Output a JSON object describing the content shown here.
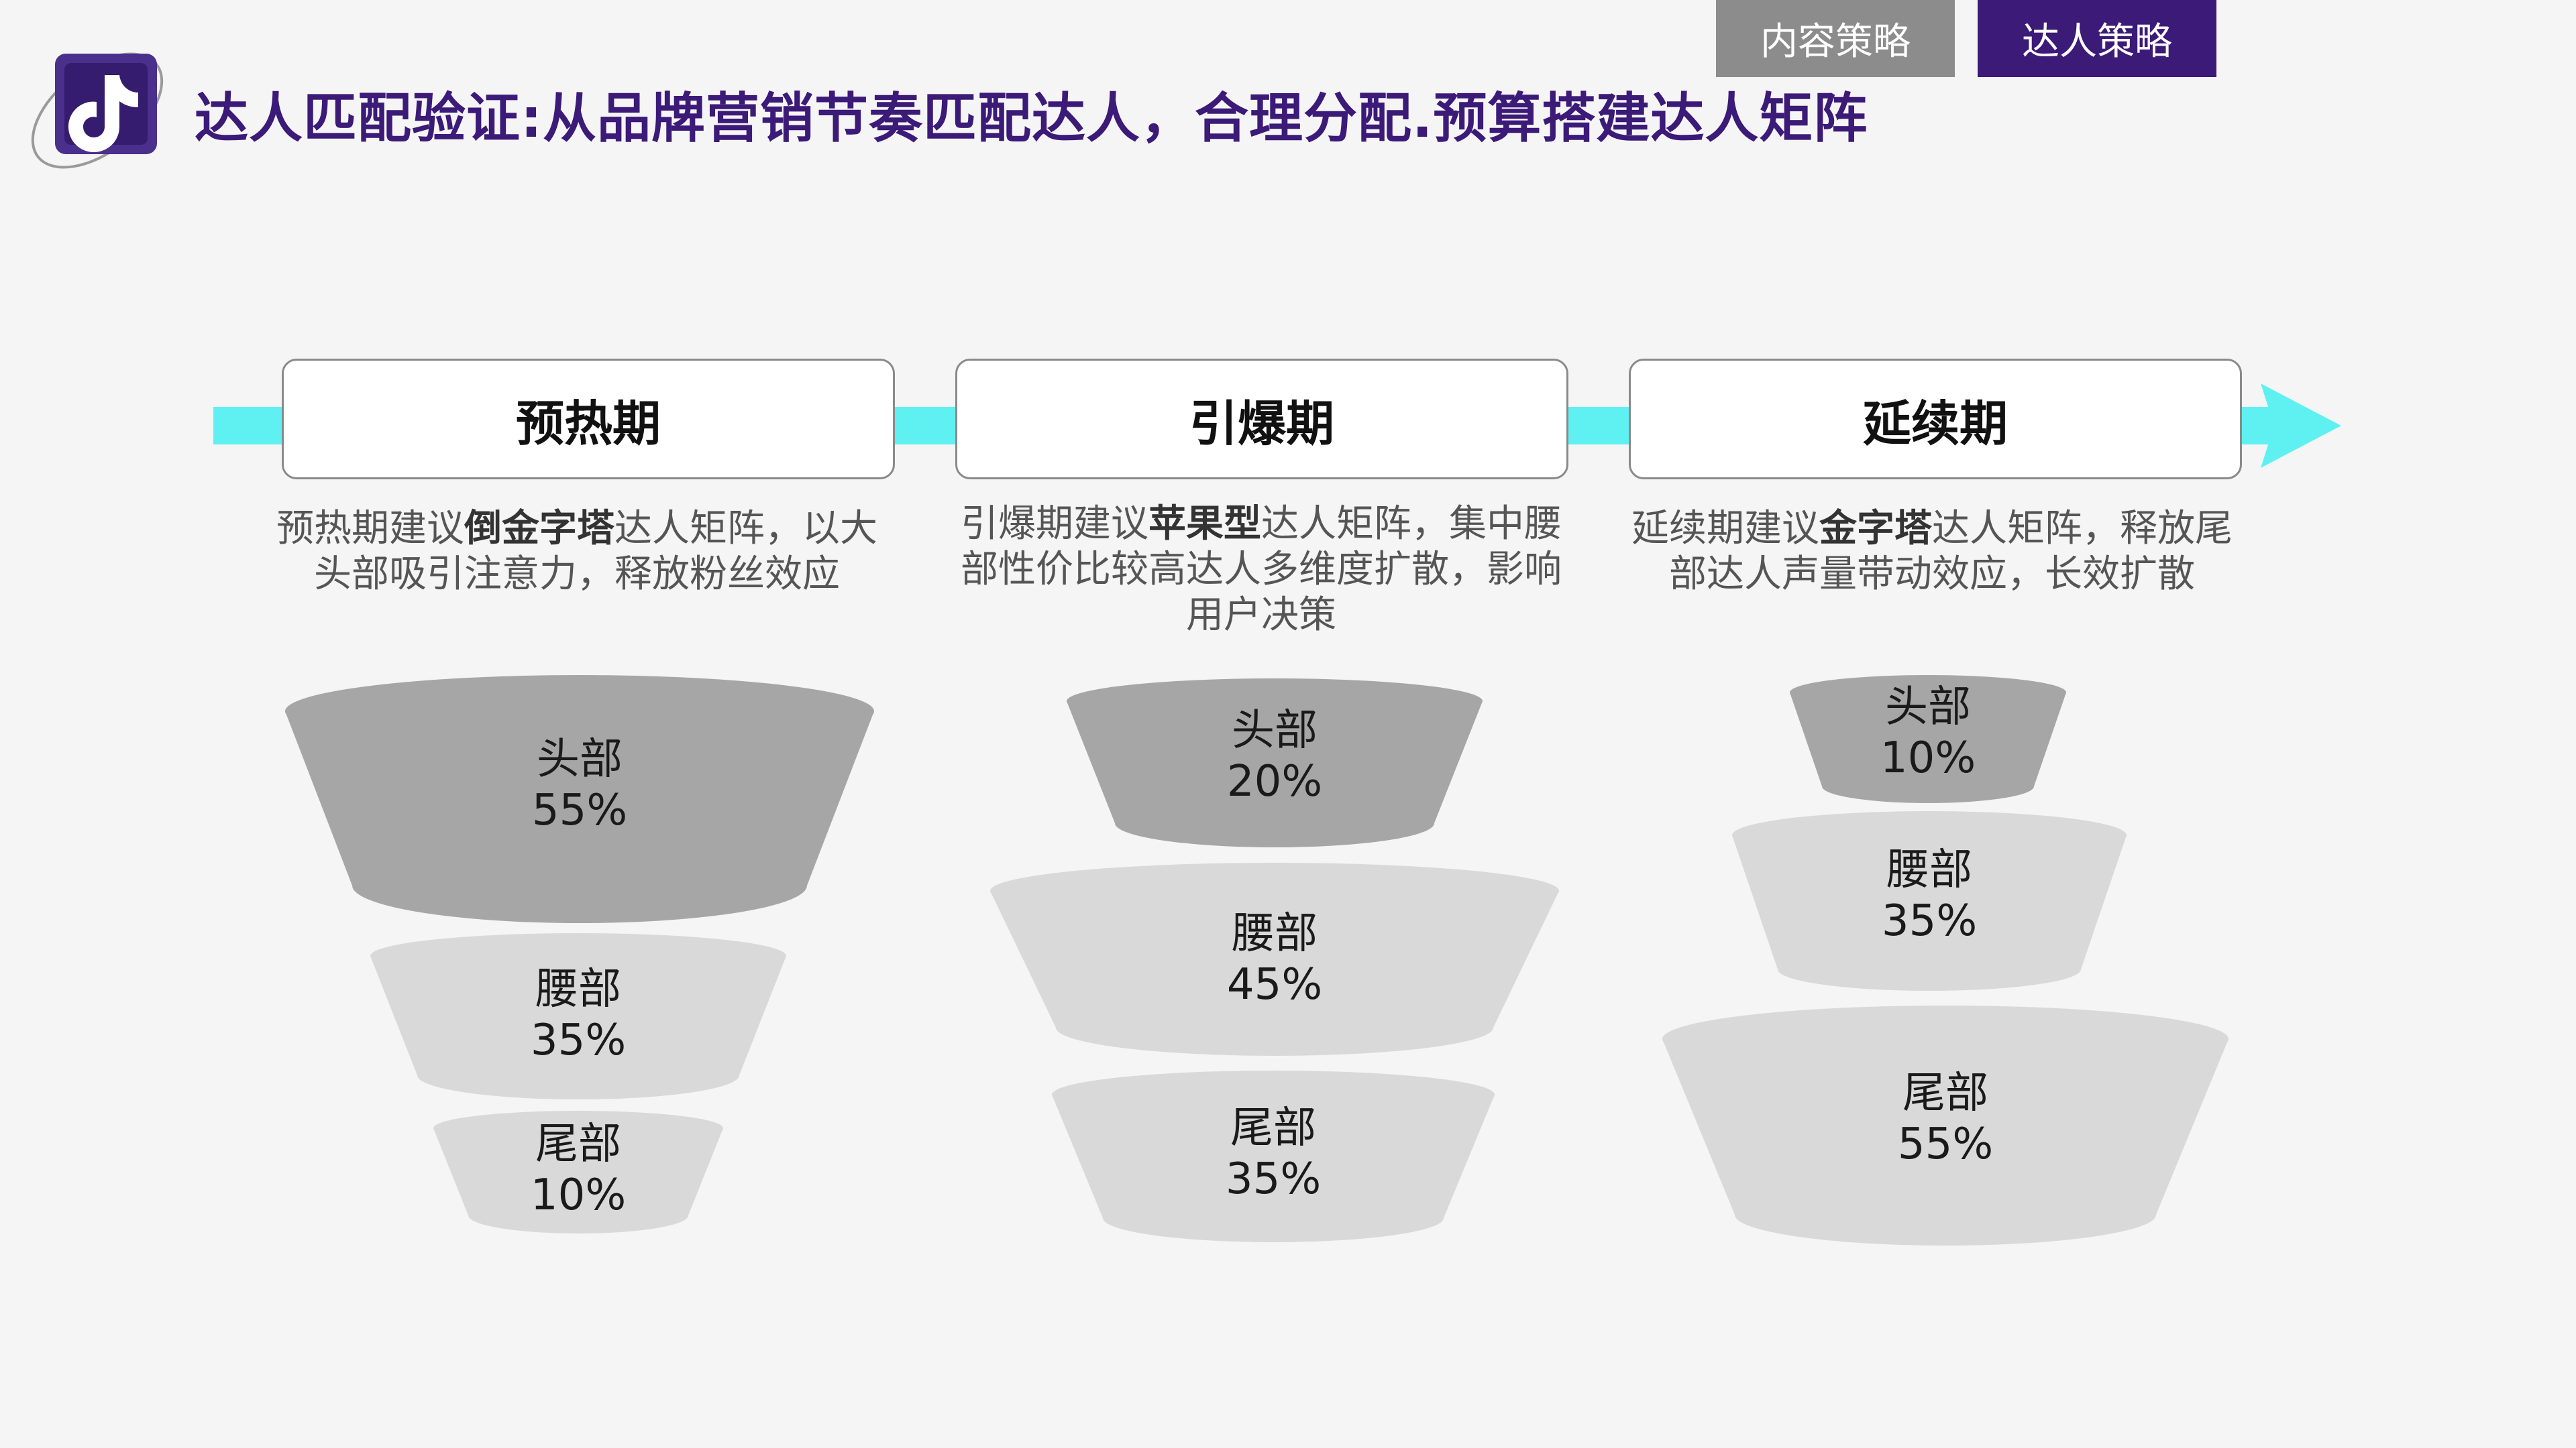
{
  "header": {
    "title": "达人匹配验证:从品牌营销节奏匹配达人，合理分配.预算搭建达人矩阵",
    "tabs": [
      {
        "label": "内容策略",
        "active": false
      },
      {
        "label": "达人策略",
        "active": true
      }
    ]
  },
  "colors": {
    "brand": "#3b1a78",
    "timeline": "#5ff1f1",
    "tab_inactive": "#8c8c8c",
    "segment_dark": "#a6a6a6",
    "segment_light": "#d9d9d9"
  },
  "logo_icon": "tiktok-logo-icon",
  "phases": [
    {
      "name": "预热期",
      "desc_pre": "预热期建议",
      "desc_bold": "倒金字塔",
      "desc_post": "达人矩阵，以大头部吸引注意力，释放粉丝效应",
      "segments": [
        {
          "name": "头部",
          "value": "55%"
        },
        {
          "name": "腰部",
          "value": "35%"
        },
        {
          "name": "尾部",
          "value": "10%"
        }
      ]
    },
    {
      "name": "引爆期",
      "desc_pre": "引爆期建议",
      "desc_bold": "苹果型",
      "desc_post": "达人矩阵，集中腰部性价比较高达人多维度扩散，影响用户决策",
      "segments": [
        {
          "name": "头部",
          "value": "20%"
        },
        {
          "name": "腰部",
          "value": "45%"
        },
        {
          "name": "尾部",
          "value": "35%"
        }
      ]
    },
    {
      "name": "延续期",
      "desc_pre": "延续期建议",
      "desc_bold": "金字塔",
      "desc_post": "达人矩阵，释放尾部达人声量带动效应，长效扩散",
      "segments": [
        {
          "name": "头部",
          "value": "10%"
        },
        {
          "name": "腰部",
          "value": "35%"
        },
        {
          "name": "尾部",
          "value": "55%"
        }
      ]
    }
  ]
}
